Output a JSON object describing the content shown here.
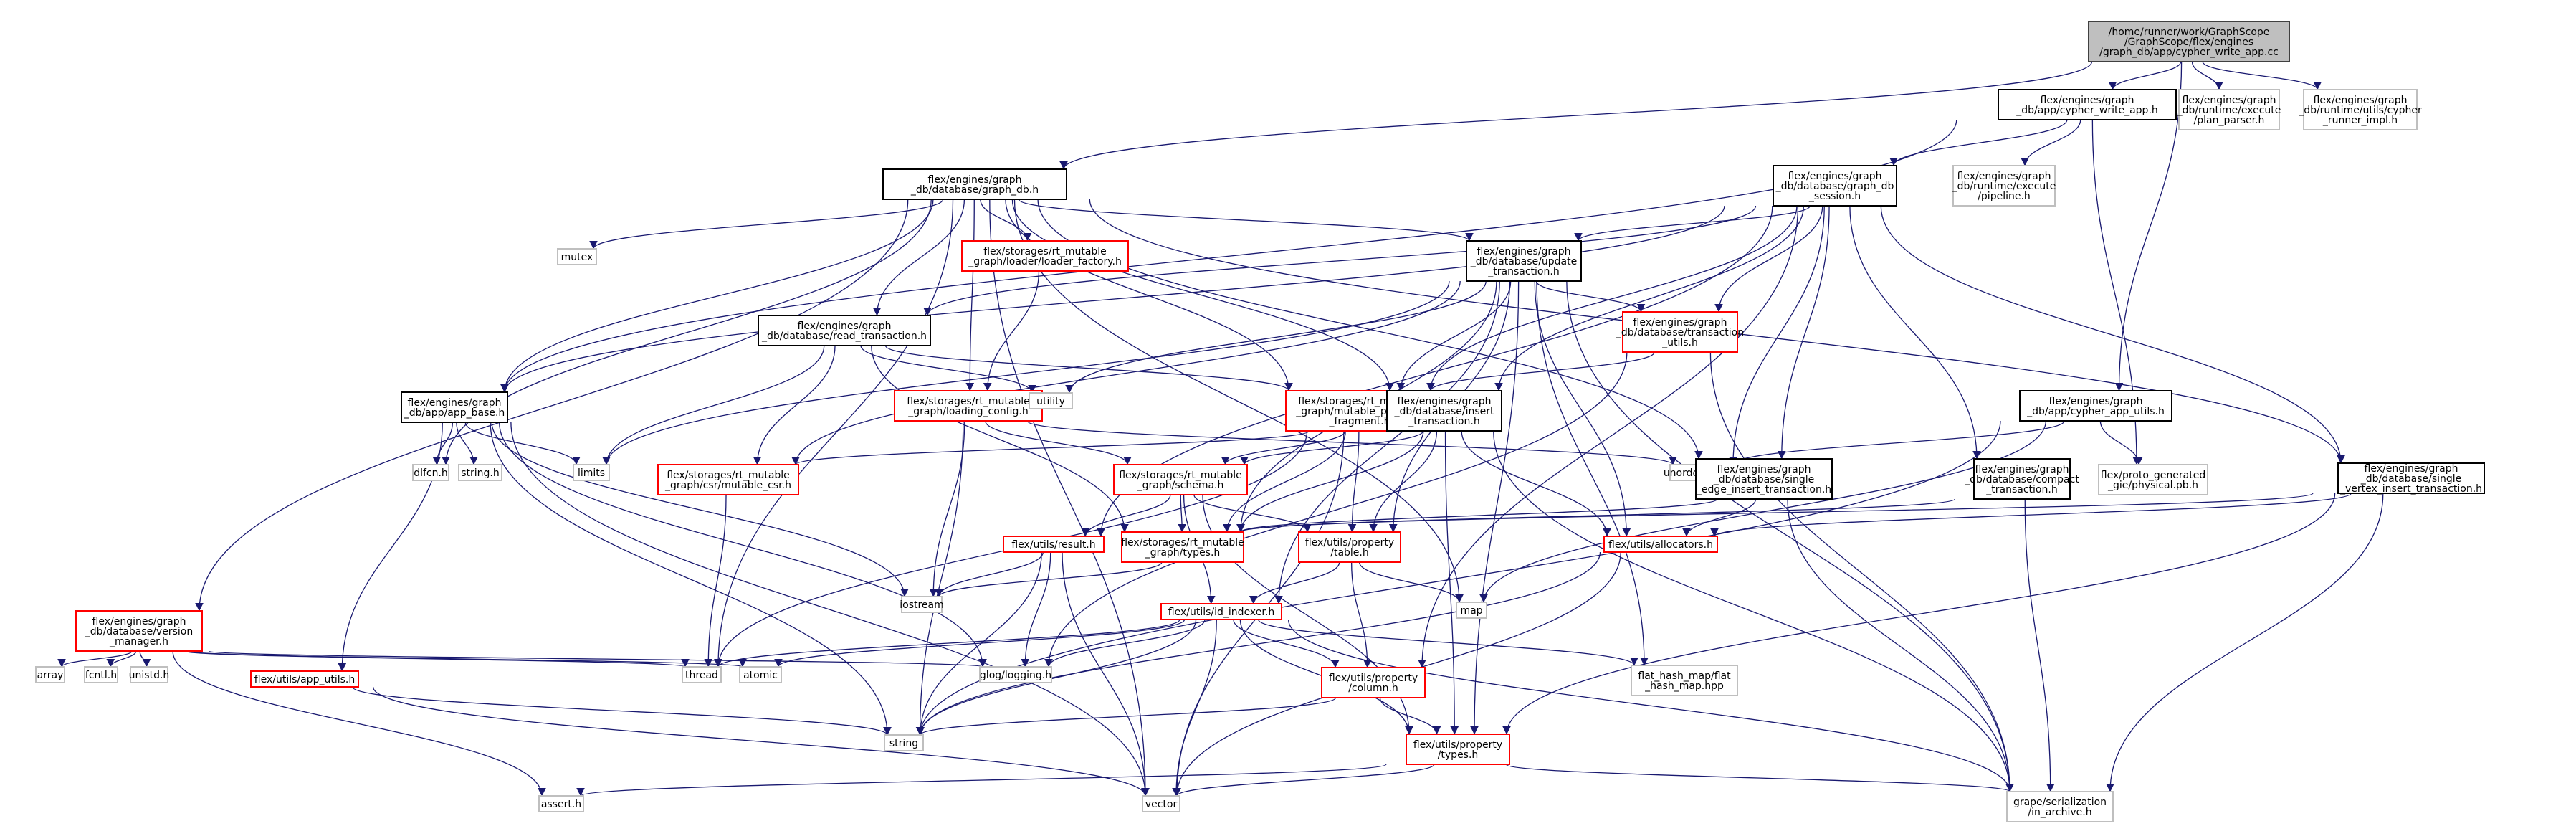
{
  "diagram": {
    "nodes": [
      {
        "id": "root",
        "kind": "root",
        "lines": [
          "/home/runner/work/GraphScope",
          "/GraphScope/flex/engines",
          "/graph_db/app/cypher_write_app.cc"
        ]
      },
      {
        "id": "cypher_write_app_h",
        "kind": "doc",
        "lines": [
          "flex/engines/graph",
          "_db/app/cypher_write_app.h"
        ]
      },
      {
        "id": "plan_parser_h",
        "kind": "ext",
        "lines": [
          "flex/engines/graph",
          "_db/runtime/execute",
          "/plan_parser.h"
        ]
      },
      {
        "id": "graph_runner_impl_h",
        "kind": "ext",
        "lines": [
          "flex/engines/graph",
          "_db/runtime/utils/cypher",
          "_runner_impl.h"
        ]
      },
      {
        "id": "graph_db_h",
        "kind": "doc",
        "lines": [
          "flex/engines/graph",
          "_db/database/graph_db.h"
        ]
      },
      {
        "id": "graph_db_session_h",
        "kind": "doc",
        "lines": [
          "flex/engines/graph",
          "_db/database/graph_db",
          "_session.h"
        ]
      },
      {
        "id": "pipeline_h",
        "kind": "ext",
        "lines": [
          "flex/engines/graph",
          "_db/runtime/execute",
          "/pipeline.h"
        ]
      },
      {
        "id": "mutex",
        "kind": "ext",
        "lines": [
          "mutex"
        ]
      },
      {
        "id": "loader_factory_h",
        "kind": "red",
        "lines": [
          "flex/storages/rt_mutable",
          "_graph/loader/loader_factory.h"
        ]
      },
      {
        "id": "update_transaction_h",
        "kind": "doc",
        "lines": [
          "flex/engines/graph",
          "_db/database/update",
          "_transaction.h"
        ]
      },
      {
        "id": "transaction_utils_h",
        "kind": "red",
        "lines": [
          "flex/engines/graph",
          "_db/database/transaction",
          "_utils.h"
        ]
      },
      {
        "id": "read_transaction_h",
        "kind": "doc",
        "lines": [
          "flex/engines/graph",
          "_db/database/read_transaction.h"
        ]
      },
      {
        "id": "loading_config_h",
        "kind": "red",
        "lines": [
          "flex/storages/rt_mutable",
          "_graph/loading_config.h"
        ]
      },
      {
        "id": "utility",
        "kind": "ext",
        "lines": [
          "utility"
        ]
      },
      {
        "id": "mutable_property_fragment_h",
        "kind": "red",
        "lines": [
          "flex/storages/rt_mutable",
          "_graph/mutable_property",
          "_fragment.h"
        ]
      },
      {
        "id": "insert_transaction_h",
        "kind": "doc",
        "lines": [
          "flex/engines/graph",
          "_db/database/insert",
          "_transaction.h"
        ]
      },
      {
        "id": "cypher_app_utils_h",
        "kind": "doc",
        "lines": [
          "flex/engines/graph",
          "_db/app/cypher_app_utils.h"
        ]
      },
      {
        "id": "app_base_h",
        "kind": "doc",
        "lines": [
          "flex/engines/graph",
          "_db/app/app_base.h"
        ]
      },
      {
        "id": "dlfcn_h",
        "kind": "ext",
        "lines": [
          "dlfcn.h"
        ]
      },
      {
        "id": "string_h",
        "kind": "ext",
        "lines": [
          "string.h"
        ]
      },
      {
        "id": "limits",
        "kind": "ext",
        "lines": [
          "limits"
        ]
      },
      {
        "id": "csr_mutable_csr_h",
        "kind": "red",
        "lines": [
          "flex/storages/rt_mutable",
          "_graph/csr/mutable_csr.h"
        ]
      },
      {
        "id": "schema_h",
        "kind": "red",
        "lines": [
          "flex/storages/rt_mutable",
          "_graph/schema.h"
        ]
      },
      {
        "id": "unordered_map",
        "kind": "ext",
        "lines": [
          "unordered_map"
        ]
      },
      {
        "id": "single_edge_insert_h",
        "kind": "doc",
        "lines": [
          "flex/engines/graph",
          "_db/database/single",
          "_edge_insert_transaction.h"
        ]
      },
      {
        "id": "compact_transaction_h",
        "kind": "doc",
        "lines": [
          "flex/engines/graph",
          "_db/database/compact",
          "_transaction.h"
        ]
      },
      {
        "id": "physical_pb_h",
        "kind": "ext",
        "lines": [
          "flex/proto_generated",
          "_gie/physical.pb.h"
        ]
      },
      {
        "id": "single_vertex_insert_h",
        "kind": "doc",
        "lines": [
          "flex/engines/graph",
          "_db/database/single",
          "_vertex_insert_transaction.h"
        ]
      },
      {
        "id": "rt_types_h",
        "kind": "red",
        "lines": [
          "flex/storages/rt_mutable",
          "_graph/types.h"
        ]
      },
      {
        "id": "property_table_h",
        "kind": "red",
        "lines": [
          "flex/utils/property",
          "/table.h"
        ]
      },
      {
        "id": "allocators_h",
        "kind": "red",
        "lines": [
          "flex/utils/allocators.h"
        ]
      },
      {
        "id": "result_h",
        "kind": "red",
        "lines": [
          "flex/utils/result.h"
        ]
      },
      {
        "id": "iostream",
        "kind": "ext",
        "lines": [
          "iostream"
        ]
      },
      {
        "id": "map",
        "kind": "ext",
        "lines": [
          "map"
        ]
      },
      {
        "id": "version_manager_h",
        "kind": "red",
        "lines": [
          "flex/engines/graph",
          "_db/database/version",
          "_manager.h"
        ]
      },
      {
        "id": "id_indexer_h",
        "kind": "red",
        "lines": [
          "flex/utils/id_indexer.h"
        ]
      },
      {
        "id": "array",
        "kind": "ext",
        "lines": [
          "array"
        ]
      },
      {
        "id": "fcntl_h",
        "kind": "ext",
        "lines": [
          "fcntl.h"
        ]
      },
      {
        "id": "unistd_h",
        "kind": "ext",
        "lines": [
          "unistd.h"
        ]
      },
      {
        "id": "thread",
        "kind": "ext",
        "lines": [
          "thread"
        ]
      },
      {
        "id": "atomic",
        "kind": "ext",
        "lines": [
          "atomic"
        ]
      },
      {
        "id": "glog_h",
        "kind": "ext",
        "lines": [
          "glog/logging.h"
        ]
      },
      {
        "id": "flat_hash_map_h",
        "kind": "ext",
        "lines": [
          "flat_hash_map/flat",
          "_hash_map.hpp"
        ]
      },
      {
        "id": "app_utils_h",
        "kind": "red",
        "lines": [
          "flex/utils/app_utils.h"
        ]
      },
      {
        "id": "property_column_h",
        "kind": "red",
        "lines": [
          "flex/utils/property",
          "/column.h"
        ]
      },
      {
        "id": "string",
        "kind": "ext",
        "lines": [
          "string"
        ]
      },
      {
        "id": "property_types_h",
        "kind": "red",
        "lines": [
          "flex/utils/property",
          "/types.h"
        ]
      },
      {
        "id": "assert_h",
        "kind": "ext",
        "lines": [
          "assert.h"
        ]
      },
      {
        "id": "vector",
        "kind": "ext",
        "lines": [
          "vector"
        ]
      },
      {
        "id": "in_archive_h",
        "kind": "ext",
        "lines": [
          "grape/serialization",
          "/in_archive.h"
        ]
      }
    ],
    "edges": [
      [
        "root",
        "cypher_write_app_h"
      ],
      [
        "root",
        "plan_parser_h"
      ],
      [
        "root",
        "graph_runner_impl_h"
      ],
      [
        "root",
        "graph_db_h"
      ],
      [
        "root",
        "cypher_app_utils_h"
      ],
      [
        "cypher_write_app_h",
        "graph_db_session_h"
      ],
      [
        "cypher_write_app_h",
        "pipeline_h"
      ],
      [
        "cypher_write_app_h",
        "app_base_h"
      ],
      [
        "cypher_write_app_h",
        "physical_pb_h"
      ],
      [
        "graph_db_h",
        "mutex"
      ],
      [
        "graph_db_h",
        "loader_factory_h"
      ],
      [
        "graph_db_h",
        "update_transaction_h"
      ],
      [
        "graph_db_h",
        "read_transaction_h"
      ],
      [
        "graph_db_h",
        "loading_config_h"
      ],
      [
        "graph_db_h",
        "mutable_property_fragment_h"
      ],
      [
        "graph_db_h",
        "insert_transaction_h"
      ],
      [
        "graph_db_h",
        "app_base_h"
      ],
      [
        "graph_db_h",
        "dlfcn_h"
      ],
      [
        "graph_db_h",
        "version_manager_h"
      ],
      [
        "graph_db_h",
        "single_edge_insert_h"
      ],
      [
        "graph_db_h",
        "single_vertex_insert_h"
      ],
      [
        "graph_db_h",
        "thread"
      ],
      [
        "graph_db_h",
        "map"
      ],
      [
        "graph_db_h",
        "vector"
      ],
      [
        "graph_db_session_h",
        "update_transaction_h"
      ],
      [
        "graph_db_session_h",
        "transaction_utils_h"
      ],
      [
        "graph_db_session_h",
        "read_transaction_h"
      ],
      [
        "graph_db_session_h",
        "mutable_property_fragment_h"
      ],
      [
        "graph_db_session_h",
        "insert_transaction_h"
      ],
      [
        "graph_db_session_h",
        "result_h"
      ],
      [
        "graph_db_session_h",
        "single_edge_insert_h"
      ],
      [
        "graph_db_session_h",
        "compact_transaction_h"
      ],
      [
        "graph_db_session_h",
        "single_vertex_insert_h"
      ],
      [
        "graph_db_session_h",
        "unordered_map"
      ],
      [
        "graph_db_session_h",
        "app_base_h"
      ],
      [
        "graph_db_session_h",
        "property_column_h"
      ],
      [
        "update_transaction_h",
        "transaction_utils_h"
      ],
      [
        "update_transaction_h",
        "mutable_property_fragment_h"
      ],
      [
        "update_transaction_h",
        "utility"
      ],
      [
        "update_transaction_h",
        "limits"
      ],
      [
        "update_transaction_h",
        "csr_mutable_csr_h"
      ],
      [
        "update_transaction_h",
        "rt_types_h"
      ],
      [
        "update_transaction_h",
        "property_table_h"
      ],
      [
        "update_transaction_h",
        "allocators_h"
      ],
      [
        "update_transaction_h",
        "id_indexer_h"
      ],
      [
        "update_transaction_h",
        "property_types_h"
      ],
      [
        "update_transaction_h",
        "in_archive_h"
      ],
      [
        "update_transaction_h",
        "flat_hash_map_h"
      ],
      [
        "transaction_utils_h",
        "mutable_property_fragment_h"
      ],
      [
        "transaction_utils_h",
        "in_archive_h"
      ],
      [
        "transaction_utils_h",
        "glog_h"
      ],
      [
        "read_transaction_h",
        "mutable_property_fragment_h"
      ],
      [
        "read_transaction_h",
        "limits"
      ],
      [
        "read_transaction_h",
        "csr_mutable_csr_h"
      ],
      [
        "read_transaction_h",
        "utility"
      ],
      [
        "read_transaction_h",
        "rt_types_h"
      ],
      [
        "loader_factory_h",
        "loading_config_h"
      ],
      [
        "loading_config_h",
        "schema_h"
      ],
      [
        "loading_config_h",
        "iostream"
      ],
      [
        "loading_config_h",
        "string"
      ],
      [
        "loading_config_h",
        "unordered_map"
      ],
      [
        "mutable_property_fragment_h",
        "schema_h"
      ],
      [
        "mutable_property_fragment_h",
        "csr_mutable_csr_h"
      ],
      [
        "mutable_property_fragment_h",
        "rt_types_h"
      ],
      [
        "mutable_property_fragment_h",
        "property_table_h"
      ],
      [
        "mutable_property_fragment_h",
        "thread"
      ],
      [
        "mutable_property_fragment_h",
        "vector"
      ],
      [
        "insert_transaction_h",
        "schema_h"
      ],
      [
        "insert_transaction_h",
        "rt_types_h"
      ],
      [
        "insert_transaction_h",
        "property_table_h"
      ],
      [
        "insert_transaction_h",
        "allocators_h"
      ],
      [
        "insert_transaction_h",
        "property_types_h"
      ],
      [
        "insert_transaction_h",
        "in_archive_h"
      ],
      [
        "cypher_app_utils_h",
        "unordered_map"
      ],
      [
        "cypher_app_utils_h",
        "physical_pb_h"
      ],
      [
        "cypher_app_utils_h",
        "map"
      ],
      [
        "cypher_app_utils_h",
        "string"
      ],
      [
        "app_base_h",
        "dlfcn_h"
      ],
      [
        "app_base_h",
        "string_h"
      ],
      [
        "app_base_h",
        "limits"
      ],
      [
        "app_base_h",
        "iostream"
      ],
      [
        "app_base_h",
        "app_utils_h"
      ],
      [
        "app_base_h",
        "string"
      ],
      [
        "app_base_h",
        "glog_h"
      ],
      [
        "app_base_h",
        "vector"
      ],
      [
        "csr_mutable_csr_h",
        "thread"
      ],
      [
        "schema_h",
        "result_h"
      ],
      [
        "schema_h",
        "rt_types_h"
      ],
      [
        "schema_h",
        "property_table_h"
      ],
      [
        "schema_h",
        "id_indexer_h"
      ],
      [
        "schema_h",
        "property_types_h"
      ],
      [
        "single_edge_insert_h",
        "rt_types_h"
      ],
      [
        "single_edge_insert_h",
        "allocators_h"
      ],
      [
        "single_edge_insert_h",
        "in_archive_h"
      ],
      [
        "compact_transaction_h",
        "rt_types_h"
      ],
      [
        "compact_transaction_h",
        "in_archive_h"
      ],
      [
        "single_vertex_insert_h",
        "rt_types_h"
      ],
      [
        "single_vertex_insert_h",
        "allocators_h"
      ],
      [
        "single_vertex_insert_h",
        "property_types_h"
      ],
      [
        "single_vertex_insert_h",
        "in_archive_h"
      ],
      [
        "rt_types_h",
        "iostream"
      ],
      [
        "property_table_h",
        "id_indexer_h"
      ],
      [
        "property_table_h",
        "map"
      ],
      [
        "property_table_h",
        "property_column_h"
      ],
      [
        "allocators_h",
        "vector"
      ],
      [
        "allocators_h",
        "string"
      ],
      [
        "result_h",
        "iostream"
      ],
      [
        "result_h",
        "glog_h"
      ],
      [
        "result_h",
        "string"
      ],
      [
        "result_h",
        "vector"
      ],
      [
        "version_manager_h",
        "array"
      ],
      [
        "version_manager_h",
        "fcntl_h"
      ],
      [
        "version_manager_h",
        "unistd_h"
      ],
      [
        "version_manager_h",
        "thread"
      ],
      [
        "version_manager_h",
        "atomic"
      ],
      [
        "version_manager_h",
        "glog_h"
      ],
      [
        "version_manager_h",
        "assert_h"
      ],
      [
        "id_indexer_h",
        "thread"
      ],
      [
        "id_indexer_h",
        "atomic"
      ],
      [
        "id_indexer_h",
        "glog_h"
      ],
      [
        "id_indexer_h",
        "flat_hash_map_h"
      ],
      [
        "id_indexer_h",
        "property_column_h"
      ],
      [
        "id_indexer_h",
        "property_types_h"
      ],
      [
        "id_indexer_h",
        "vector"
      ],
      [
        "id_indexer_h",
        "in_archive_h"
      ],
      [
        "id_indexer_h",
        "string"
      ],
      [
        "app_utils_h",
        "string"
      ],
      [
        "app_utils_h",
        "vector"
      ],
      [
        "property_column_h",
        "property_types_h"
      ],
      [
        "property_column_h",
        "string"
      ],
      [
        "property_types_h",
        "assert_h"
      ],
      [
        "property_types_h",
        "vector"
      ],
      [
        "property_types_h",
        "in_archive_h"
      ]
    ]
  }
}
